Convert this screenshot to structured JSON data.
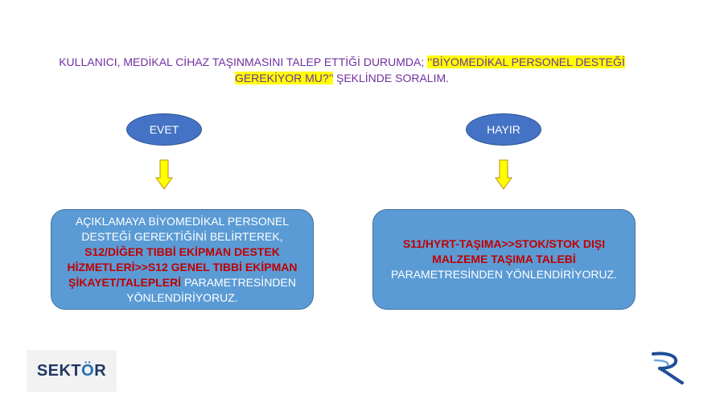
{
  "header": {
    "prefix": "KULLANICI, MEDİKAL CİHAZ TAŞINMASINI TALEP ETTİĞİ DURUMDA; ",
    "highlight": "‘’BİYOMEDİKAL PERSONEL DESTEĞİ GEREKİYOR MU?’’",
    "suffix": " ŞEKLİNDE SORALIM."
  },
  "left": {
    "oval_label": "EVET",
    "intro": "AÇIKLAMAYA BİYOMEDİKAL PERSONEL DESTEĞİ GEREKTİĞİNİ BELİRTEREK,",
    "path": "S12/DİĞER TIBBİ EKİPMAN DESTEK HİZMETLERİ>>S12 GENEL TIBBİ EKİPMAN ŞİKAYET/TALEPLERİ",
    "outro": " PARAMETRESİNDEN YÖNLENDİRİYORUZ."
  },
  "right": {
    "oval_label": "HAYIR",
    "path": "S11/HYRT-TAŞIMA>>STOK/STOK DIŞI MALZEME TAŞIMA TALEBİ",
    "outro": "PARAMETRESİNDEN YÖNLENDİRİYORUZ."
  },
  "logos": {
    "sektor_pre": "SEKT",
    "sektor_o": "Ö",
    "sektor_post": "R"
  },
  "colors": {
    "title": "#7030a0",
    "highlight": "#ffff00",
    "oval": "#4472c4",
    "box": "#5b9bd5",
    "path_text": "#c00000",
    "arrow": "#ffff00"
  }
}
